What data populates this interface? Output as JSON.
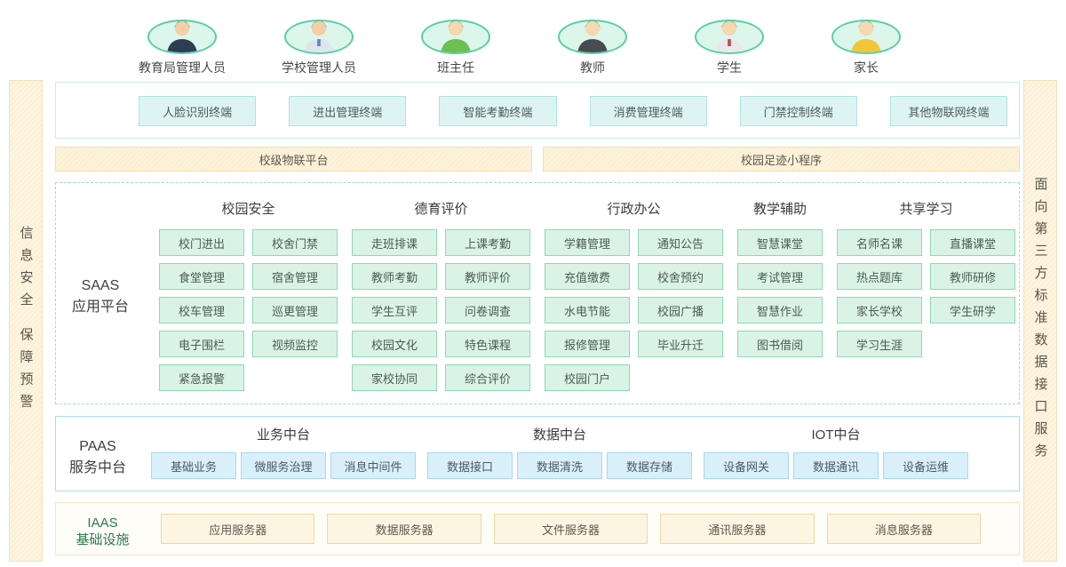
{
  "users": [
    {
      "label": "教育局管理人员",
      "style_vars": "--hair:#2b2b2b;--shirt:#2e3c55;--skin:#f2cfa5;--tie:transparent"
    },
    {
      "label": "学校管理人员",
      "style_vars": "--hair:#4a4a4a;--shirt:#dde6ee;--skin:#f2cfa5;--tie:#5588cc"
    },
    {
      "label": "班主任",
      "style_vars": "--hair:#7a4b21;--shirt:#6cc04f;--skin:#f5d7b0;--tie:transparent"
    },
    {
      "label": "教师",
      "style_vars": "--hair:#6b4423;--shirt:#4a4a52;--skin:#f5d7b0;--tie:transparent"
    },
    {
      "label": "学生",
      "style_vars": "--hair:#3a3a3a;--shirt:#e8e8ee;--skin:#f5d7b0;--tie:#cc4444"
    },
    {
      "label": "家长",
      "style_vars": "--hair:#8a5a30;--shirt:#f3c53a;--skin:#f5d7b0;--tie:transparent"
    }
  ],
  "terminals": [
    "人脸识别终端",
    "进出管理终端",
    "智能考勤终端",
    "消费管理终端",
    "门禁控制终端",
    "其他物联网终端"
  ],
  "platforms": [
    "校级物联平台",
    "校园足迹小程序"
  ],
  "saas": {
    "label_line1": "SAAS",
    "label_line2": "应用平台",
    "columns": [
      {
        "title": "校园安全",
        "cols": "2",
        "items": [
          "校门进出",
          "校舍门禁",
          "食堂管理",
          "宿舍管理",
          "校车管理",
          "巡更管理",
          "电子围栏",
          "视频监控",
          "紧急报警"
        ]
      },
      {
        "title": "德育评价",
        "cols": "2",
        "items": [
          "走班排课",
          "上课考勤",
          "教师考勤",
          "教师评价",
          "学生互评",
          "问卷调查",
          "校园文化",
          "特色课程",
          "家校协同",
          "综合评价"
        ]
      },
      {
        "title": "行政办公",
        "cols": "2",
        "items": [
          "学籍管理",
          "通知公告",
          "充值缴费",
          "校舍预约",
          "水电节能",
          "校园广播",
          "报修管理",
          "毕业升迁",
          "校园门户"
        ]
      },
      {
        "title": "教学辅助",
        "cols": "1",
        "items": [
          "智慧课堂",
          "考试管理",
          "智慧作业",
          "图书借阅"
        ]
      },
      {
        "title": "共享学习",
        "cols": "2",
        "items": [
          "名师名课",
          "直播课堂",
          "热点题库",
          "教师研修",
          "家长学校",
          "学生研学",
          "学习生涯"
        ]
      }
    ]
  },
  "paas": {
    "label_line1": "PAAS",
    "label_line2": "服务中台",
    "groups": [
      {
        "title": "业务中台",
        "items": [
          "基础业务",
          "微服务治理",
          "消息中间件"
        ]
      },
      {
        "title": "数据中台",
        "items": [
          "数据接口",
          "数据清洗",
          "数据存储"
        ]
      },
      {
        "title": "IOT中台",
        "items": [
          "设备网关",
          "数据通讯",
          "设备运维"
        ]
      }
    ]
  },
  "iaas": {
    "label_line1": "IAAS",
    "label_line2": "基础设施",
    "items": [
      "应用服务器",
      "数据服务器",
      "文件服务器",
      "通讯服务器",
      "消息服务器"
    ]
  },
  "left_banner": {
    "text": "信息安全 保障预警"
  },
  "right_banner": {
    "text": "面向第三方标准数据接口服务"
  },
  "palette": {
    "mint_box_bg": "#d9f4e6",
    "mint_box_border": "#8ed9b2",
    "teal_box_bg": "#def4f2",
    "teal_box_border": "#aee4e0",
    "teal_container_border": "#c9ece9",
    "cream_bg": "#fcf3da",
    "cream_border": "#f2dfab",
    "blue_box_bg": "#d9effa",
    "blue_box_border": "#a5daf0",
    "blue_container_border": "#a9dcf2",
    "saas_dashed_border": "#9adfc2",
    "avatar_ring": "#57cfa2",
    "avatar_bg": "#ddf6eb",
    "iaas_label_green": "#2c7a4b",
    "text_dark": "#3d3d3d"
  }
}
